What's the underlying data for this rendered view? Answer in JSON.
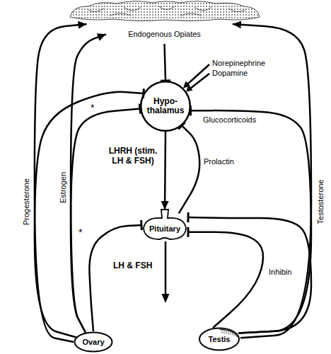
{
  "diagram": {
    "nodes": [
      {
        "text": [
          "Endogenous Opiates"
        ]
      },
      {
        "text": [
          "Hypo- thalamus"
        ]
      },
      {
        "text": [
          "Pituitary"
        ]
      },
      {
        "text": [
          "Ovary"
        ]
      },
      {
        "text": [
          "Testis"
        ]
      }
    ],
    "edges": [
      {
        "from": 0,
        "to": 1,
        "arrow": "to"
      },
      {
        "from": 1,
        "to": 2,
        "label": "LHRH (stim. LH & FSH)",
        "arrow": "to"
      },
      {
        "from": 2,
        "to": 1,
        "label": "Prolactin",
        "arrow": "to"
      },
      {
        "from": 3,
        "to": 0,
        "label": "Progesterone",
        "arrow": "to"
      },
      {
        "from": 3,
        "to": 0,
        "label": "Estrogen",
        "arrow": "to"
      },
      {
        "from": 3,
        "to": 1,
        "arrow": "to"
      },
      {
        "from": 3,
        "to": 1,
        "label": "*",
        "arrow": "to"
      },
      {
        "from": 3,
        "to": 2,
        "label": "*",
        "arrow": "to"
      },
      {
        "from": 4,
        "to": 0,
        "label": "Testosterone",
        "arrow": "to"
      },
      {
        "from": 4,
        "to": 1,
        "arrow": "to"
      },
      {
        "from": 4,
        "to": 2,
        "label": "Inhibin",
        "arrow": "to"
      },
      {
        "from": 4,
        "to": 2,
        "arrow": "to"
      }
    ],
    "labels": [
      "Norepinephrine",
      "Dopamine",
      "Glucocorticoids",
      "LH & FSH"
    ]
  }
}
